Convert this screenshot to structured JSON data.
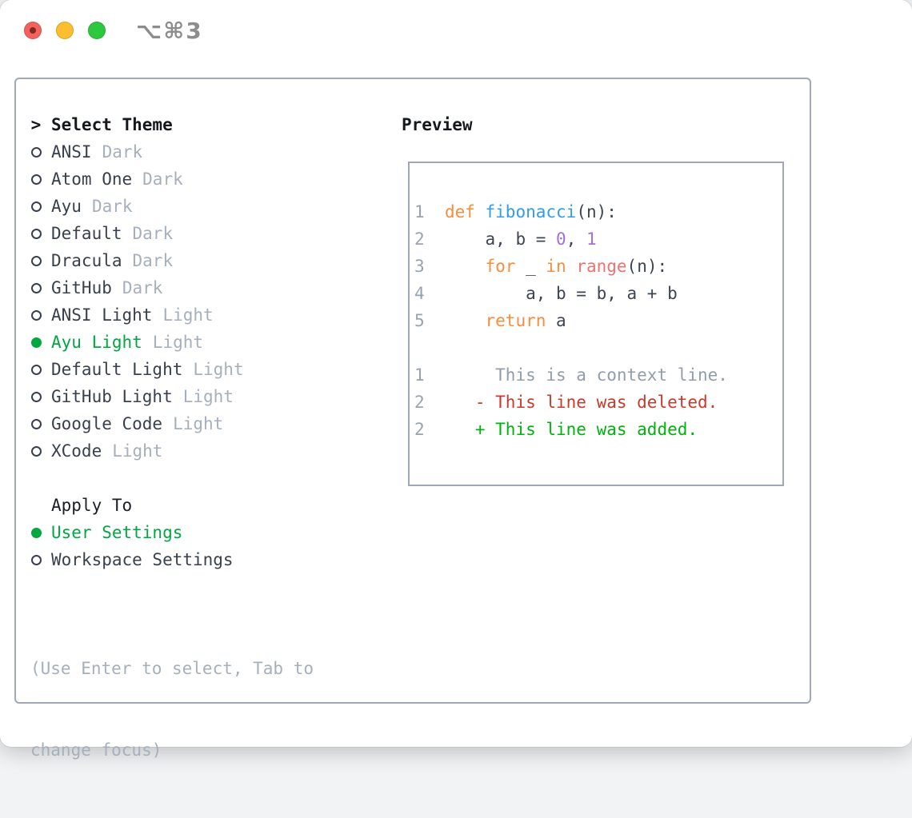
{
  "titlebar": {
    "shortcut": "⌥⌘3",
    "traffic_lights": [
      {
        "name": "close",
        "color": "#f4625d"
      },
      {
        "name": "minimize",
        "color": "#fcbd2e"
      },
      {
        "name": "zoom",
        "color": "#2dc83e"
      }
    ]
  },
  "theme_list": {
    "prompt": ">",
    "header": "Select Theme",
    "items": [
      {
        "name": "ANSI",
        "badge": "Dark",
        "selected": false
      },
      {
        "name": "Atom One",
        "badge": "Dark",
        "selected": false
      },
      {
        "name": "Ayu",
        "badge": "Dark",
        "selected": false
      },
      {
        "name": "Default",
        "badge": "Dark",
        "selected": false
      },
      {
        "name": "Dracula",
        "badge": "Dark",
        "selected": false
      },
      {
        "name": "GitHub",
        "badge": "Dark",
        "selected": false
      },
      {
        "name": "ANSI Light",
        "badge": "Light",
        "selected": false
      },
      {
        "name": "Ayu Light",
        "badge": "Light",
        "selected": true
      },
      {
        "name": "Default Light",
        "badge": "Light",
        "selected": false
      },
      {
        "name": "GitHub Light",
        "badge": "Light",
        "selected": false
      },
      {
        "name": "Google Code",
        "badge": "Light",
        "selected": false
      },
      {
        "name": "XCode",
        "badge": "Light",
        "selected": false
      }
    ]
  },
  "apply_to": {
    "header": "Apply To",
    "options": [
      {
        "name": "User Settings",
        "selected": true
      },
      {
        "name": "Workspace Settings",
        "selected": false
      }
    ]
  },
  "help": {
    "lines": [
      "(Use Enter to select, Tab to",
      "change focus)"
    ]
  },
  "preview": {
    "title": "Preview",
    "code_lines": [
      [
        [
          "num",
          "1  "
        ],
        [
          "kw",
          "def "
        ],
        [
          "fn",
          "fibonacci"
        ],
        [
          "plain",
          "(n):"
        ]
      ],
      [
        [
          "num",
          "2  "
        ],
        [
          "plain",
          "    a, b = "
        ],
        [
          "lit",
          "0"
        ],
        [
          "plain",
          ", "
        ],
        [
          "lit",
          "1"
        ]
      ],
      [
        [
          "num",
          "3  "
        ],
        [
          "plain",
          "    "
        ],
        [
          "kw",
          "for "
        ],
        [
          "plain",
          "_ "
        ],
        [
          "kw",
          "in "
        ],
        [
          "sp",
          "range"
        ],
        [
          "plain",
          "(n):"
        ]
      ],
      [
        [
          "num",
          "4  "
        ],
        [
          "plain",
          "        a, b = b, a + b"
        ]
      ],
      [
        [
          "num",
          "5  "
        ],
        [
          "plain",
          "    "
        ],
        [
          "kw",
          "return "
        ],
        [
          "plain",
          "a"
        ]
      ],
      [],
      [
        [
          "num",
          "1  "
        ],
        [
          "ctx",
          "     This is a context line."
        ]
      ],
      [
        [
          "num",
          "2  "
        ],
        [
          "plain",
          "   "
        ],
        [
          "del",
          "- This line was deleted."
        ]
      ],
      [
        [
          "num",
          "2  "
        ],
        [
          "plain",
          "   "
        ],
        [
          "add",
          "+ This line was added."
        ]
      ]
    ]
  },
  "colors": {
    "accent_green": "#00a83f",
    "added_green": "#00b30c",
    "deleted_red": "#c73a2c",
    "keyword_orange": "#f98d3e",
    "function_blue": "#2f9ee8",
    "number_purple": "#a071d6",
    "special_coral": "#f07171",
    "muted_gray": "#a6b0bc",
    "panel_border": "#9fa8b3",
    "text_dark": "#39404d"
  }
}
